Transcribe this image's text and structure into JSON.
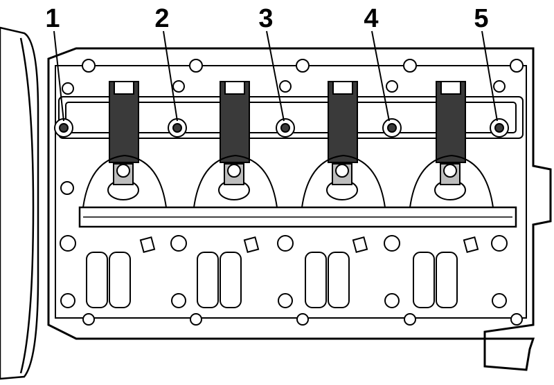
{
  "figure": {
    "callouts": [
      {
        "label": "1",
        "target": "bolt-1"
      },
      {
        "label": "2",
        "target": "bolt-2"
      },
      {
        "label": "3",
        "target": "bolt-3"
      },
      {
        "label": "4",
        "target": "bolt-4"
      },
      {
        "label": "5",
        "target": "bolt-5"
      }
    ],
    "colors": {
      "ink": "#000000",
      "paper": "#ffffff",
      "shade": "#3a3a3a",
      "mid": "#bdbdbd"
    }
  }
}
